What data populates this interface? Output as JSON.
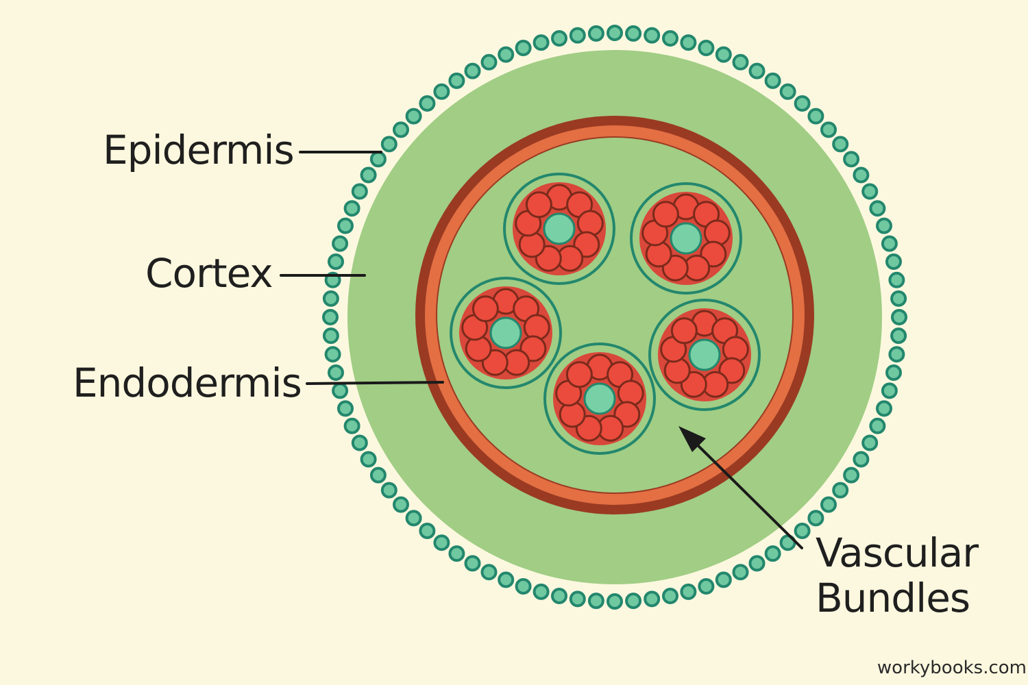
{
  "labels": {
    "epidermis": "Epidermis",
    "cortex": "Cortex",
    "endodermis": "Endodermis",
    "vascular_line1": "Vascular",
    "vascular_line2": "Bundles"
  },
  "watermark": "workybooks.com",
  "colors": {
    "background": "#fcf8df",
    "cortex_fill": "#a1cd85",
    "epidermis_cell_fill": "#6fc8a0",
    "epidermis_cell_stroke": "#23876d",
    "endodermis_band": "#e36f43",
    "endodermis_outline": "#9a3a22",
    "bundle_fill": "#d9483a",
    "bundle_cell_fill": "#ea4b3c",
    "bundle_cell_stroke": "#7c2a1c",
    "bundle_center_fill": "#78d0a6",
    "leader_line": "#1a1a1a"
  }
}
